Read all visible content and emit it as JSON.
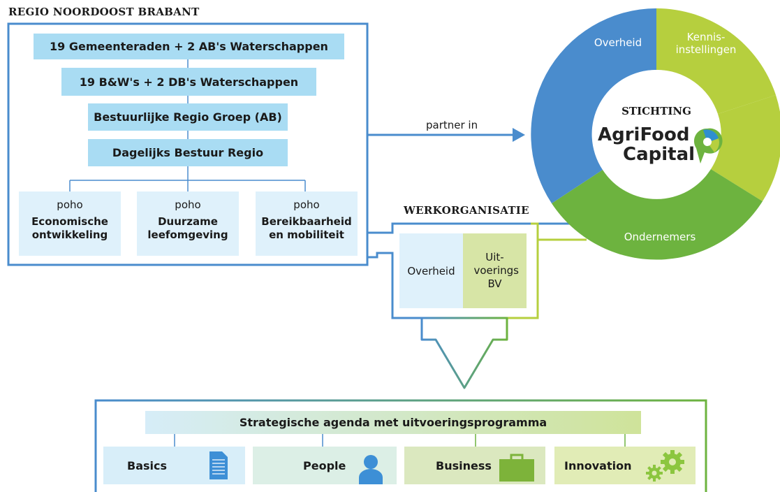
{
  "region": {
    "title": "REGIO NOORDOOST BRABANT",
    "levels": [
      "19 Gemeenteraden + 2 AB's Waterschappen",
      "19 B&W's + 2 DB's Waterschappen",
      "Bestuurlijke Regio Groep (AB)",
      "Dagelijks Bestuur Regio"
    ],
    "portfolios": [
      {
        "label": "poho",
        "title": "Economische ontwikkeling"
      },
      {
        "label": "poho",
        "title": "Duurzame leefomgeving"
      },
      {
        "label": "poho",
        "title": "Bereikbaarheid en mobiliteit"
      }
    ]
  },
  "connector": {
    "label": "partner in"
  },
  "stichting": {
    "title": "STICHTING",
    "logo_line1": "AgriFood",
    "logo_line2": "Capital",
    "segments": [
      {
        "label": "Overheid",
        "color": "#4a8ccd"
      },
      {
        "label": "Kennis-instellingen",
        "color": "#b6cf3e"
      },
      {
        "label": "Ondernemers",
        "color": "#6db33f"
      }
    ]
  },
  "werkorganisatie": {
    "title": "WERKORGANISATIE",
    "left": "Overheid",
    "right": "Uit- voerings BV"
  },
  "agenda": {
    "title": "Strategische agenda met uitvoeringsprogramma",
    "pillars": [
      {
        "label": "Basics",
        "icon": "document-icon"
      },
      {
        "label": "People",
        "icon": "person-icon"
      },
      {
        "label": "Business",
        "icon": "briefcase-icon"
      },
      {
        "label": "Innovation",
        "icon": "gears-icon"
      }
    ]
  },
  "colors": {
    "blue": "#4a8ccd",
    "lightblue": "#a9dcf3",
    "green": "#6db33f",
    "lime": "#b6cf3e"
  }
}
